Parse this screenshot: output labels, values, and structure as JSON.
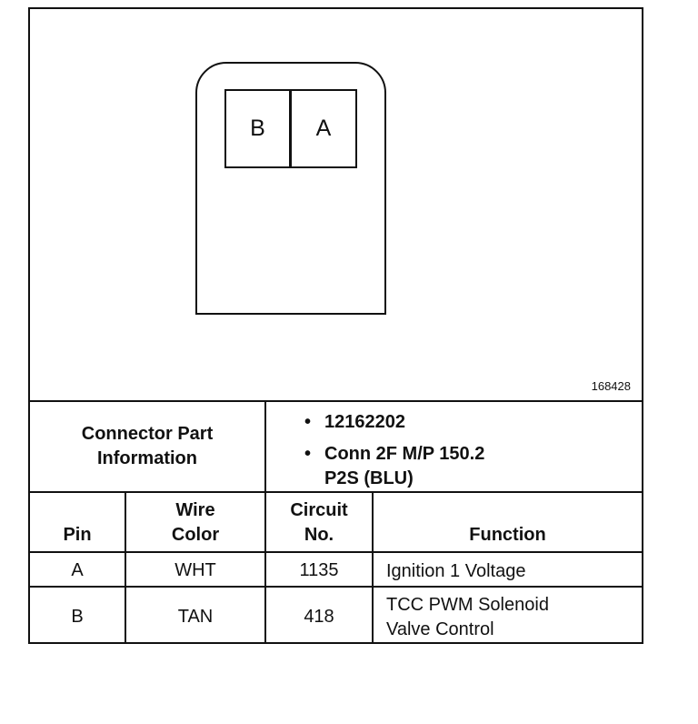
{
  "drawing": {
    "cavities": [
      "B",
      "A"
    ],
    "reference_number": "168428"
  },
  "connector_info": {
    "label_line1": "Connector Part",
    "label_line2": "Information",
    "bullet": "•",
    "items": [
      {
        "line1": "12162202",
        "line2": ""
      },
      {
        "line1": "Conn 2F M/P 150.2",
        "line2": "P2S (BLU)"
      }
    ]
  },
  "table": {
    "headers": {
      "pin": "Pin",
      "wire_color_line1": "Wire",
      "wire_color_line2": "Color",
      "circuit_line1": "Circuit",
      "circuit_line2": "No.",
      "function": "Function"
    },
    "rows": [
      {
        "pin": "A",
        "wire_color": "WHT",
        "circuit": "1135",
        "function_line1": "Ignition 1 Voltage",
        "function_line2": ""
      },
      {
        "pin": "B",
        "wire_color": "TAN",
        "circuit": "418",
        "function_line1": "TCC PWM Solenoid",
        "function_line2": "Valve Control"
      }
    ]
  }
}
